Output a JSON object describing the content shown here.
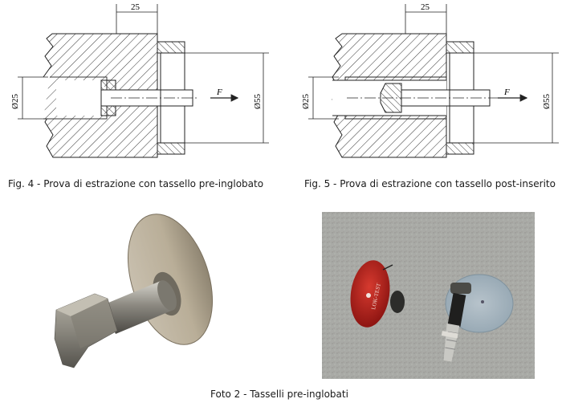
{
  "figures": {
    "fig4": {
      "dim_top": "25",
      "dim_left": "Ø25",
      "dim_right": "Ø55",
      "force": "F",
      "caption": "Fig. 4 - Prova di estrazione con tassello pre-inglobato"
    },
    "fig5": {
      "dim_top": "25",
      "dim_left": "Ø25",
      "dim_right": "Ø55",
      "force": "F",
      "caption": "Fig. 5 - Prova di estrazione con tassello post-inserito"
    }
  },
  "photos": {
    "photo_caption": "Foto 2 - Tasselli pre-inglobati",
    "disc_label": "LOK-TEST"
  },
  "colors": {
    "hatch": "#333333",
    "photo_bg": "#a9aaa6",
    "red_disc": "#b51f1c",
    "metal": "#8b8d86"
  }
}
